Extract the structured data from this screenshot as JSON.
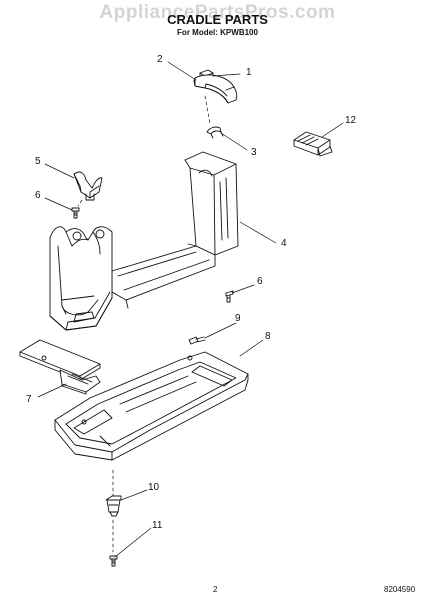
{
  "watermark": "AppliancePartsPros.com",
  "header": {
    "title": "CRADLE PARTS",
    "subtitle": "For Model: KPWB100"
  },
  "callouts": [
    "1",
    "2",
    "3",
    "4",
    "5",
    "6",
    "6",
    "7",
    "8",
    "9",
    "10",
    "11",
    "12"
  ],
  "footer": {
    "page_number": "2",
    "doc_number": "8204590"
  }
}
